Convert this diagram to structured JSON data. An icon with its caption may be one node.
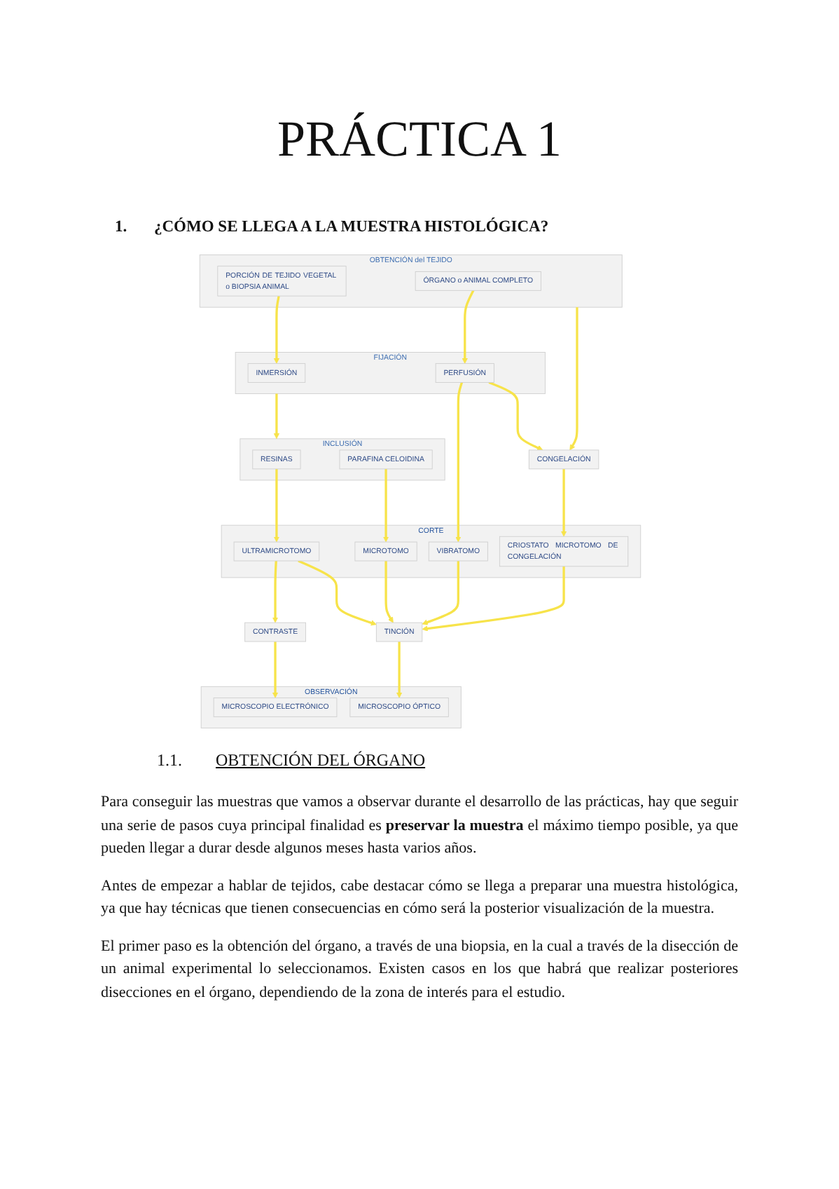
{
  "diagram": {
    "title": "PRÁCTICA 1",
    "nodes": [
      {
        "text": [
          "OBTENCIÓN del TEJIDO"
        ]
      },
      {
        "text": [
          "PORCIÓN DE TEJIDO VEGETAL o BIOPSIA ANIMAL"
        ],
        "in": 0
      },
      {
        "text": [
          "ÓRGANO o ANIMAL COMPLETO"
        ],
        "in": 0
      },
      {
        "text": [
          "CONGELACIÓN"
        ]
      },
      {
        "text": [
          "FIJACIÓN"
        ]
      },
      {
        "text": [
          "INMERSIÓN"
        ],
        "in": 4
      },
      {
        "text": [
          "PERFUSIÓN"
        ],
        "in": 4
      },
      {
        "text": [
          "INCLUSIÓN"
        ]
      },
      {
        "text": [
          "RESINAS"
        ],
        "in": 7
      },
      {
        "text": [
          "PARAFINA CELOIDINA"
        ],
        "in": 7
      },
      {
        "text": [
          "CORTE"
        ]
      },
      {
        "text": [
          "ULTRAMICROTOMO"
        ],
        "in": 10
      },
      {
        "text": [
          "MICROTOMO"
        ],
        "in": 10
      },
      {
        "text": [
          "VIBRATOMO"
        ],
        "in": 10
      },
      {
        "text": [
          "CRIOSTATO MICROTOMO DE CONGELACIÓN"
        ],
        "in": 10
      },
      {
        "text": [
          "CONTRASTE"
        ]
      },
      {
        "text": [
          "TINCIÓN"
        ]
      },
      {
        "text": [
          "OBSERVACIÓN"
        ]
      },
      {
        "text": [
          "MICROSCOPIO ELECTRÓNICO"
        ],
        "in": 17
      },
      {
        "text": [
          "MICROSCOPIO ÓPTICO"
        ],
        "in": 17
      }
    ],
    "edges": [
      {
        "from": 1,
        "to": 5,
        "arrow": "to"
      },
      {
        "from": 2,
        "to": 6,
        "arrow": "to"
      },
      {
        "from": 0,
        "to": 3,
        "arrow": "to"
      },
      {
        "from": 6,
        "to": 3,
        "arrow": "to"
      },
      {
        "from": 6,
        "to": 13,
        "arrow": "to"
      },
      {
        "from": 4,
        "to": 7,
        "arrow": "to"
      },
      {
        "from": 8,
        "to": 11,
        "arrow": "to"
      },
      {
        "from": 9,
        "to": 12,
        "arrow": "to"
      },
      {
        "from": 3,
        "to": 14,
        "arrow": "to"
      },
      {
        "from": 11,
        "to": 15,
        "arrow": "to"
      },
      {
        "from": 11,
        "to": 16,
        "arrow": "to"
      },
      {
        "from": 12,
        "to": 16,
        "arrow": "to"
      },
      {
        "from": 13,
        "to": 16,
        "arrow": "to"
      },
      {
        "from": 14,
        "to": 16,
        "arrow": "to"
      },
      {
        "from": 15,
        "to": 18,
        "arrow": "to"
      },
      {
        "from": 16,
        "to": 19,
        "arrow": "to"
      }
    ],
    "labels": [
      "1.",
      "¿CÓMO SE LLEGA A LA MUESTRA HISTOLÓGICA?",
      "1.1.",
      "OBTENCIÓN DEL ÓRGANO",
      "Para conseguir las muestras que vamos a observar durante el desarrollo de las prácticas, hay que seguir una serie de pasos cuya principal finalidad es **preservar la muestra** el máximo tiempo posible, ya que pueden llegar a durar desde algunos meses hasta varios años.",
      "Antes de empezar a hablar de tejidos, cabe destacar cómo se llega a preparar una muestra histológica, ya que hay técnicas que tienen consecuencias en cómo será la posterior visualización de la muestra.",
      "El primer paso es la obtención del órgano, a través de una biopsia, en la cual a través de la disección de un animal experimental lo seleccionamos. Existen casos en los que habrá que realizar posteriores disecciones en el órgano, dependiendo de la zona de interés para el estudio."
    ]
  }
}
